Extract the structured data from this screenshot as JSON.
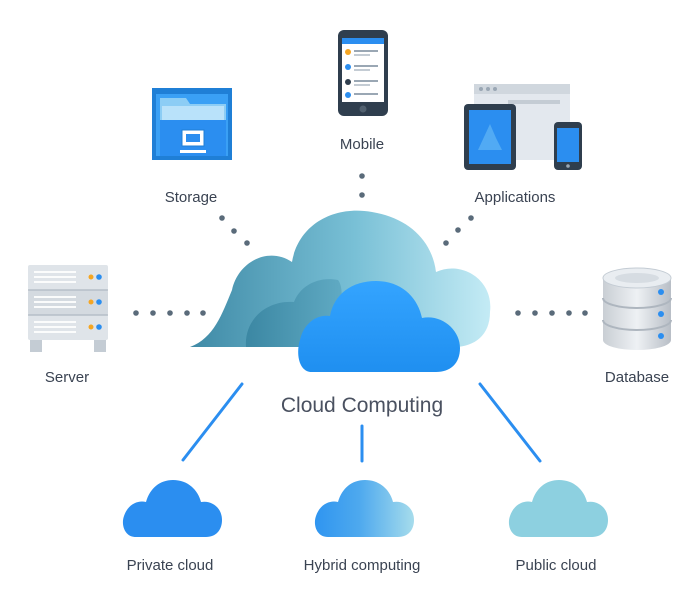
{
  "center": {
    "title": "Cloud Computing"
  },
  "nodes": {
    "mobile": "Mobile",
    "storage": "Storage",
    "applications": "Applications",
    "server": "Server",
    "database": "Database"
  },
  "clouds": {
    "private": "Private cloud",
    "hybrid": "Hybrid computing",
    "public": "Public cloud"
  },
  "colors": {
    "primary_blue": "#2b8ef0",
    "teal_dark": "#4c8fa8",
    "teal_light": "#a8dcec",
    "public_cloud": "#8dd0e0",
    "label_text": "#3a4352",
    "connector_dot": "#5a6b7a"
  },
  "icons": [
    "mobile-phone-icon",
    "file-cabinet-icon",
    "devices-icon",
    "server-rack-icon",
    "database-icon"
  ]
}
